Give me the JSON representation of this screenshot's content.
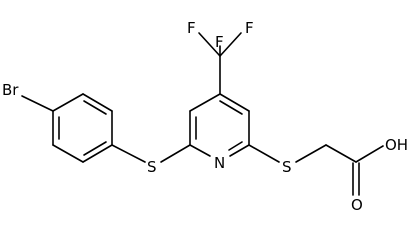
{
  "molecule": {
    "atoms": {
      "br": "Br",
      "s_left": "S",
      "n_ring": "N",
      "s_right": "S",
      "f_left": "F",
      "f_right": "F",
      "f_bottom": "F",
      "oh": "OH",
      "o_carbonyl": "O"
    },
    "colors": {
      "bond": "#000000",
      "label": "#000000",
      "background": "#ffffff"
    }
  }
}
